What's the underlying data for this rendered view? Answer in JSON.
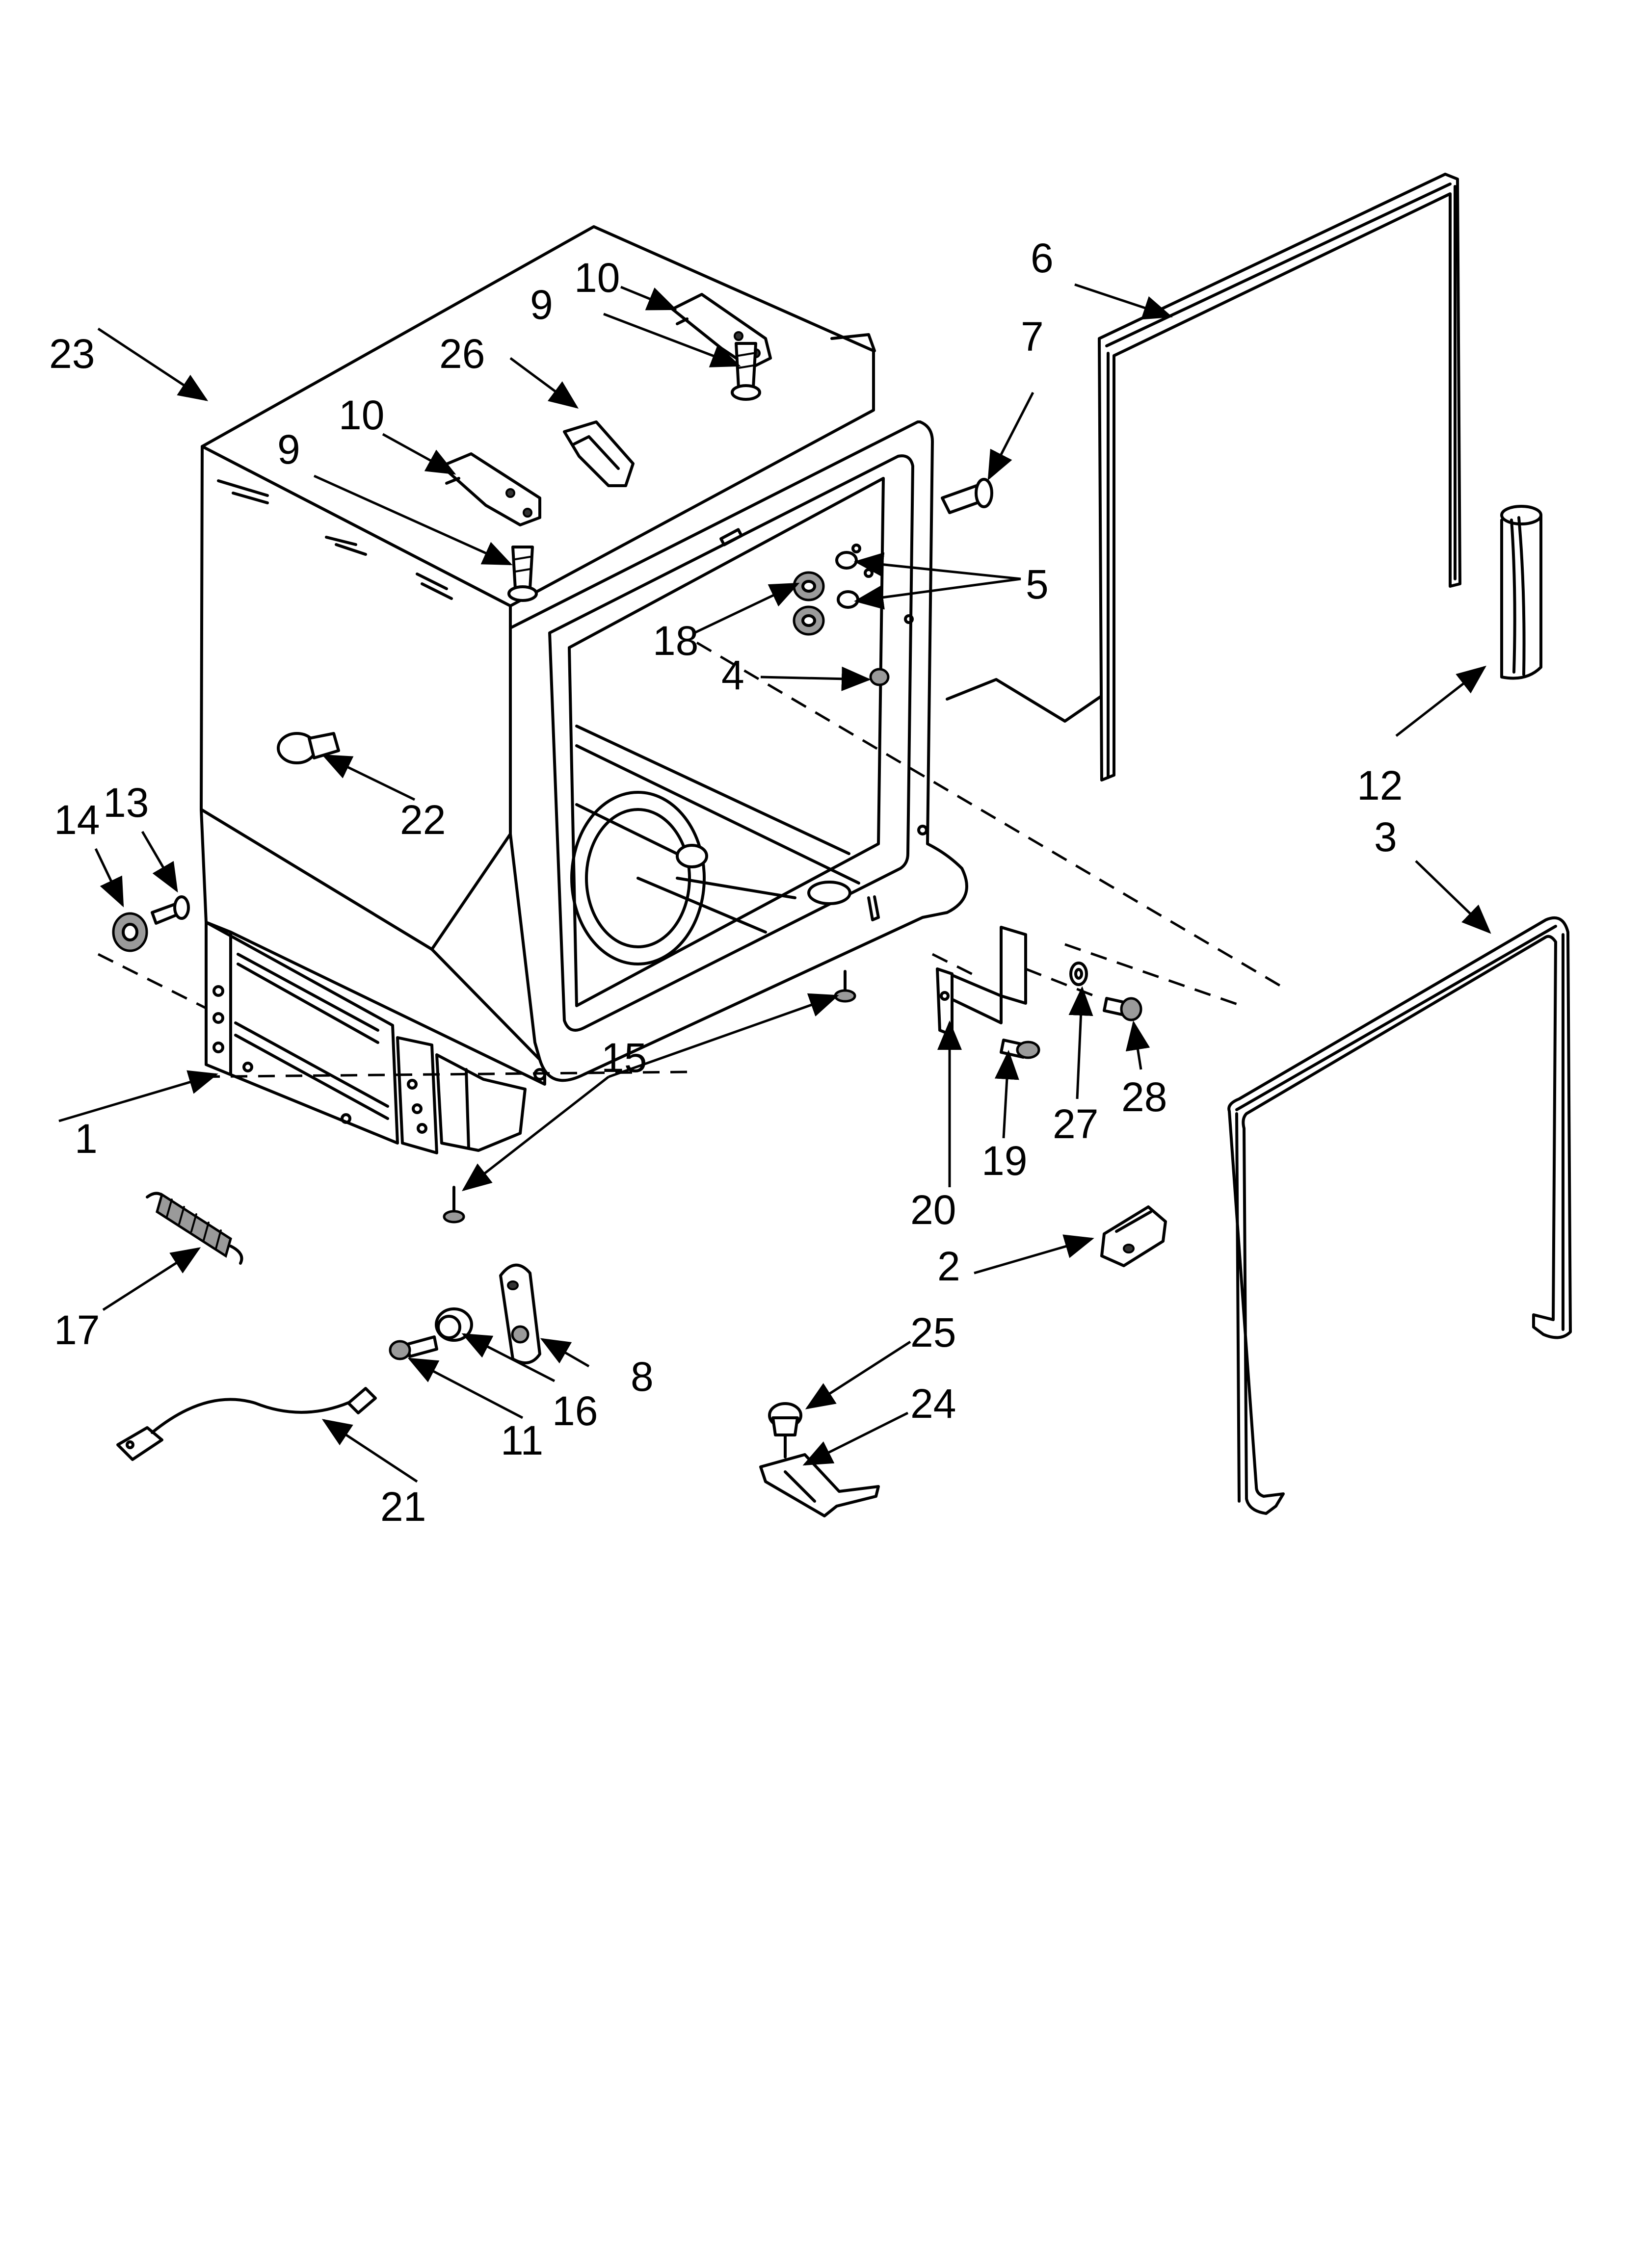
{
  "callouts": [
    {
      "id": "1",
      "text": "1"
    },
    {
      "id": "2",
      "text": "2"
    },
    {
      "id": "3",
      "text": "3"
    },
    {
      "id": "4",
      "text": "4"
    },
    {
      "id": "5",
      "text": "5"
    },
    {
      "id": "6",
      "text": "6"
    },
    {
      "id": "7",
      "text": "7"
    },
    {
      "id": "8",
      "text": "8"
    },
    {
      "id": "9a",
      "text": "9"
    },
    {
      "id": "9b",
      "text": "9"
    },
    {
      "id": "10a",
      "text": "10"
    },
    {
      "id": "10b",
      "text": "10"
    },
    {
      "id": "11",
      "text": "11"
    },
    {
      "id": "12",
      "text": "12"
    },
    {
      "id": "13",
      "text": "13"
    },
    {
      "id": "14",
      "text": "14"
    },
    {
      "id": "15",
      "text": "15"
    },
    {
      "id": "16",
      "text": "16"
    },
    {
      "id": "17",
      "text": "17"
    },
    {
      "id": "18",
      "text": "18"
    },
    {
      "id": "19",
      "text": "19"
    },
    {
      "id": "20",
      "text": "20"
    },
    {
      "id": "21",
      "text": "21"
    },
    {
      "id": "22",
      "text": "22"
    },
    {
      "id": "23",
      "text": "23"
    },
    {
      "id": "24",
      "text": "24"
    },
    {
      "id": "25",
      "text": "25"
    },
    {
      "id": "26",
      "text": "26"
    },
    {
      "id": "27",
      "text": "27"
    },
    {
      "id": "28",
      "text": "28"
    }
  ]
}
